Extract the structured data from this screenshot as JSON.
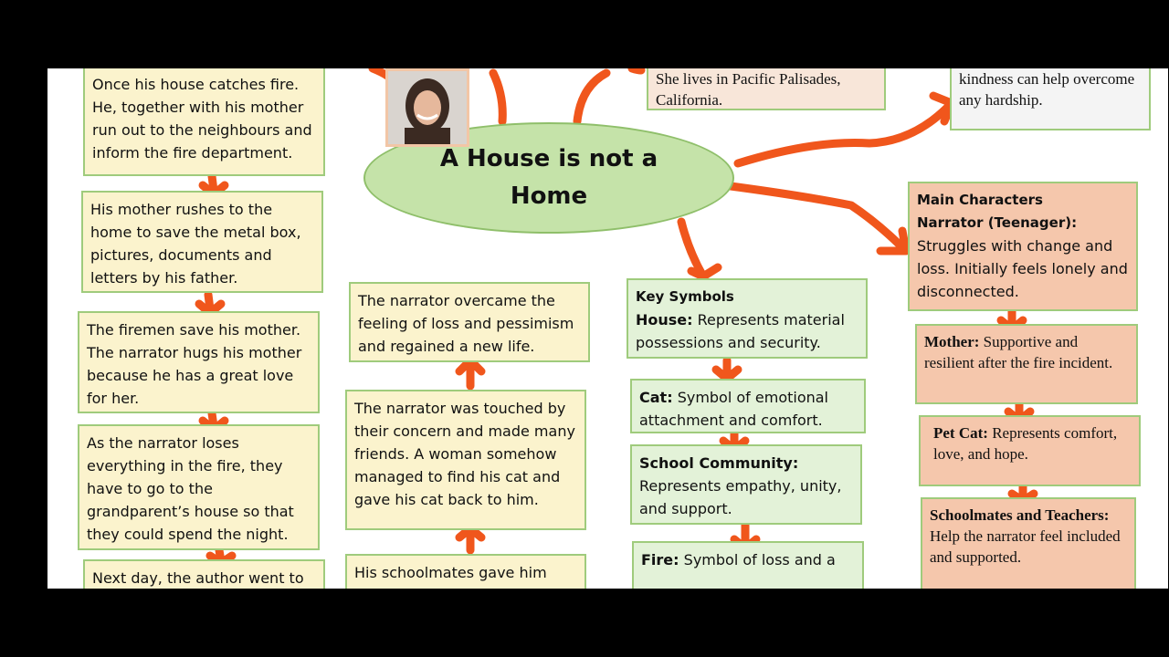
{
  "title": "A House is not a Home",
  "left_column": [
    "Once his house catches fire. He, together with his mother run out to the neighbours and inform the fire department.",
    "His mother rushes to the home to save the metal box, pictures, documents and letters by his father.",
    "The firemen save his mother. The narrator hugs his mother because he has a great love for her.",
    "As the narrator loses everything in the fire, they have to go to the grandparent’s house so that they could spend the night.",
    "Next day, the author went to"
  ],
  "middle_column": [
    "The narrator overcame the feeling of loss and pessimism and regained a new life.",
    "The narrator was touched by their concern and made many friends. A woman somehow managed to find his cat and gave his cat back to him.",
    "His schoolmates gave him"
  ],
  "author_info": "She lives in Pacific Palisades, California.",
  "theme_fragment": "kindness can help overcome any hardship.",
  "symbols": {
    "heading": "Key Symbols",
    "house_label": "House:",
    "house_text": "Represents material possessions and security.",
    "cat_label": "Cat:",
    "cat_text": "Symbol of emotional attachment and comfort.",
    "school_label": "School Community:",
    "school_text": "Represents empathy, unity, and support.",
    "fire_label": "Fire:",
    "fire_text": "Symbol of loss and a"
  },
  "characters": {
    "heading": "Main Characters",
    "narrator_label": "Narrator (Teenager):",
    "narrator_text": "Struggles with change and loss. Initially feels lonely and disconnected.",
    "mother_label": "Mother:",
    "mother_text": "Supportive and resilient after the fire incident.",
    "cat_label": "Pet Cat:",
    "cat_text": "Represents comfort, love, and hope.",
    "teachers_label": "Schoolmates and Teachers:",
    "teachers_text": "Help the narrator feel included and supported."
  },
  "colors": {
    "arrow": "#f0561c",
    "ellipse": "#c5e3a9",
    "yellow_box": "#fbf3cd",
    "green_box": "#e3f2d8",
    "salmon_box": "#f5c7ac"
  }
}
